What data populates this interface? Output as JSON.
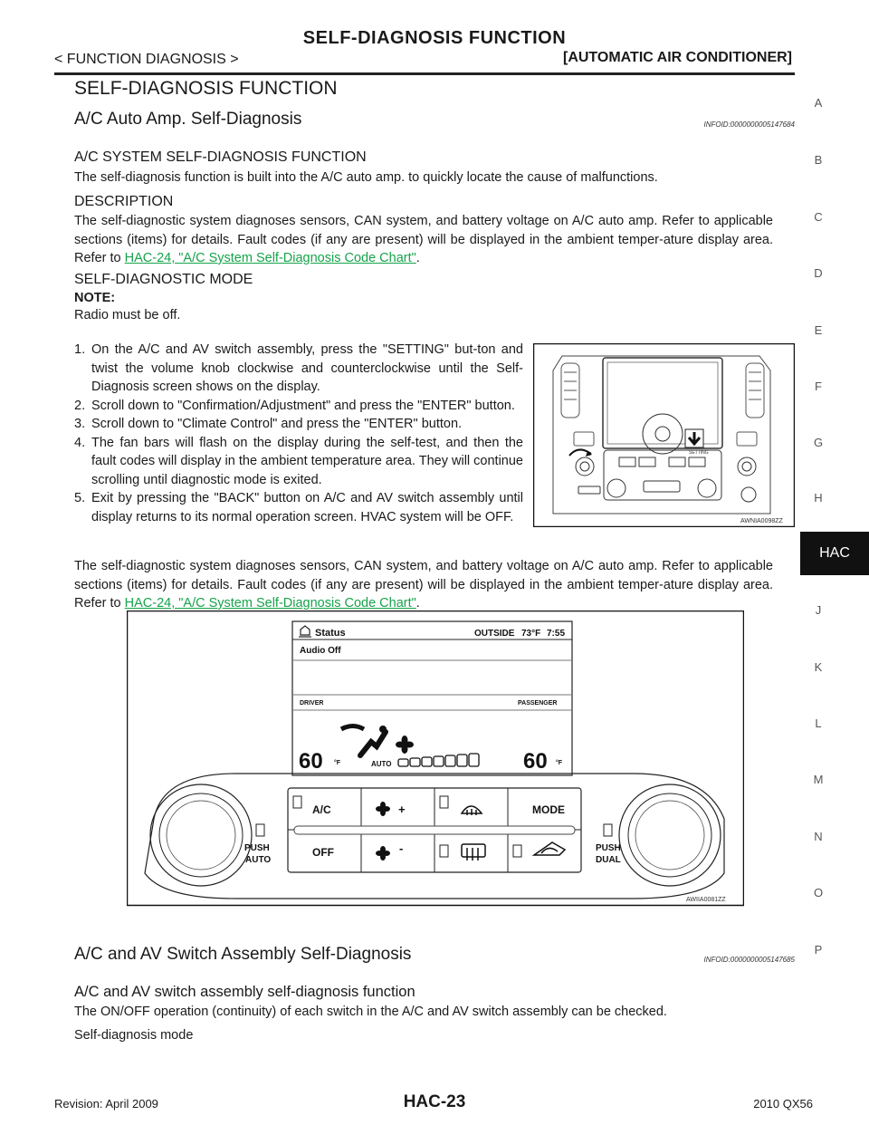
{
  "header": {
    "title": "SELF-DIAGNOSIS FUNCTION",
    "breadcrumb": "< FUNCTION DIAGNOSIS >",
    "section": "[AUTOMATIC AIR CONDITIONER]"
  },
  "side_tabs": [
    "A",
    "B",
    "C",
    "D",
    "E",
    "F",
    "G",
    "H",
    "HAC",
    "J",
    "K",
    "L",
    "M",
    "N",
    "O",
    "P"
  ],
  "active_tab": "HAC",
  "content": {
    "h1": "SELF-DIAGNOSIS FUNCTION",
    "s1_title": "A/C Auto Amp. Self-Diagnosis",
    "s1_infoid": "INFOID:0000000005147684",
    "s1_sub1": "A/C SYSTEM SELF-DIAGNOSIS FUNCTION",
    "s1_sub1_text": "The self-diagnosis function is built into the A/C auto amp. to quickly locate the cause of malfunctions.",
    "s1_sub2": "DESCRIPTION",
    "desc_text": "The self-diagnostic system diagnoses sensors, CAN system, and battery voltage on A/C auto amp. Refer to applicable sections (items) for details. Fault codes (if any are present) will be displayed in the ambient temper-ature display area. Refer to",
    "desc_link": "HAC-24, \"A/C System Self-Diagnosis Code Chart\"",
    "period": ".",
    "s1_sub3": "SELF-DIAGNOSTIC MODE",
    "note_label": "NOTE:",
    "note_text": "Radio must be off.",
    "steps": [
      {
        "num": "1.",
        "text": "On the A/C and AV switch assembly, press the \"SETTING\" but-ton and twist the volume knob clockwise and counterclockwise until the Self-Diagnosis screen shows on the display."
      },
      {
        "num": "2.",
        "text": "Scroll down to \"Confirmation/Adjustment\" and press the \"ENTER\" button."
      },
      {
        "num": "3.",
        "text": "Scroll down to \"Climate Control\" and press the \"ENTER\" button."
      },
      {
        "num": "4.",
        "text": "The fan bars will flash on the display during the self-test, and then the fault codes will display in the ambient temperature area. They will continue scrolling until diagnostic mode is exited."
      },
      {
        "num": "5.",
        "text": "Exit by pressing the \"BACK\" button on A/C and AV switch assembly until display returns to its normal operation screen. HVAC system will be OFF."
      }
    ],
    "after_text": "The self-diagnostic system diagnoses sensors, CAN system, and battery voltage on A/C auto amp. Refer to applicable sections (items) for details. Fault codes (if any are present) will be displayed in the ambient temper-ature display area. Refer to",
    "after_link": "HAC-24, \"A/C System Self-Diagnosis Code Chart\"",
    "s2_title": "A/C and AV Switch Assembly Self-Diagnosis",
    "s2_infoid": "INFOID:0000000005147685",
    "s2_sub1": "A/C and AV switch assembly self-diagnosis function",
    "s2_text": "The ON/OFF operation (continuity) of each switch in the A/C and AV switch assembly can be checked.",
    "s2_sub2": "Self-diagnosis mode"
  },
  "figure1": {
    "caption": "AWNIA0098ZZ",
    "setting_label": "SETTING"
  },
  "figure2": {
    "caption": "AWIIA0081ZZ",
    "status": "Status",
    "outside": "OUTSIDE",
    "outside_temp": "73°F",
    "time": "7:55",
    "audio": "Audio Off",
    "driver": "DRIVER",
    "passenger": "PASSENGER",
    "temp_left": "60",
    "temp_right": "60",
    "unit": "°F",
    "auto": "AUTO",
    "btn_ac": "A/C",
    "btn_mode": "MODE",
    "btn_off": "OFF",
    "fan_plus": "+",
    "fan_minus": "-",
    "push_auto_1": "PUSH",
    "push_auto_2": "AUTO",
    "push_dual_1": "PUSH",
    "push_dual_2": "DUAL"
  },
  "footer": {
    "revision": "Revision: April 2009",
    "page": "HAC-23",
    "model": "2010 QX56"
  }
}
